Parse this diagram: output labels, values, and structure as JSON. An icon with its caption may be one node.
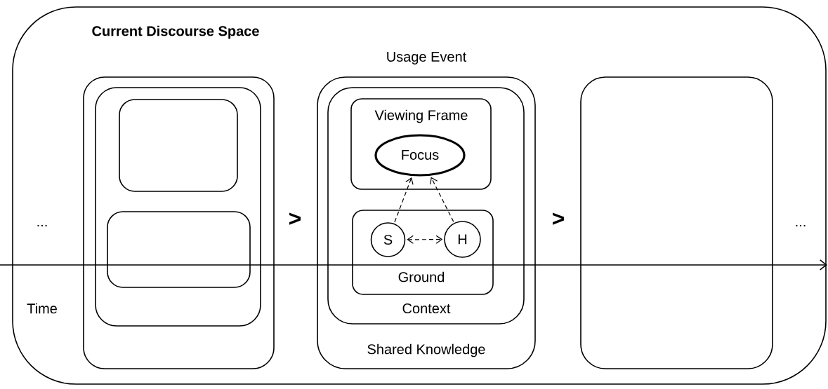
{
  "diagram": {
    "nodes": [
      {
        "text": [
          "Current Discourse Space"
        ]
      },
      {
        "text": [],
        "shape": "box",
        "in": 0
      },
      {
        "text": [],
        "shape": "box",
        "in": 1
      },
      {
        "text": [],
        "shape": "box",
        "in": 2
      },
      {
        "text": [],
        "shape": "box",
        "in": 2
      },
      {
        "text": [
          "Usage Event",
          "Shared Knowledge"
        ],
        "in": 0
      },
      {
        "text": [
          "Context"
        ],
        "in": 5
      },
      {
        "text": [
          "Viewing Frame"
        ],
        "in": 6
      },
      {
        "text": [
          "Focus"
        ],
        "in": 7
      },
      {
        "text": [
          "Ground"
        ],
        "in": 6
      },
      {
        "text": [
          "S"
        ],
        "in": 9
      },
      {
        "text": [
          "H"
        ],
        "in": 9
      },
      {
        "text": [],
        "shape": "box",
        "in": 0
      }
    ],
    "edges": [
      {
        "from": 10,
        "to": 8,
        "arrow": "to",
        "style": "dashed"
      },
      {
        "from": 11,
        "to": 8,
        "arrow": "to",
        "style": "dashed"
      },
      {
        "from": 10,
        "to": 11,
        "arrow": "both",
        "style": "dashed"
      }
    ],
    "labels": [
      "...",
      ">",
      ">",
      "...",
      "Time"
    ]
  }
}
